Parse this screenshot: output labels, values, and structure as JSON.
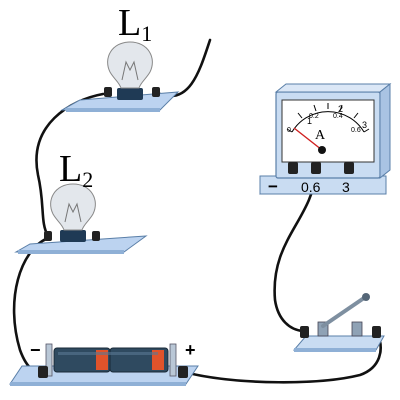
{
  "lamps": [
    {
      "letter": "L",
      "sub": "1"
    },
    {
      "letter": "L",
      "sub": "2"
    }
  ],
  "ammeter": {
    "unit": "A",
    "terminals": [
      "−",
      "0.6",
      "3"
    ],
    "scale_upper": [
      "1",
      "2",
      "3"
    ],
    "scale_lower": [
      "0",
      "0.2",
      "0.4",
      "0.6"
    ]
  },
  "battery": {
    "negative": "−",
    "positive": "+"
  },
  "colors": {
    "base": "#bcd3f0",
    "wire": "#111111",
    "battery_body": "#2f4a60",
    "battery_band": "#e0532b",
    "meter_body": "#c9dcf2"
  }
}
